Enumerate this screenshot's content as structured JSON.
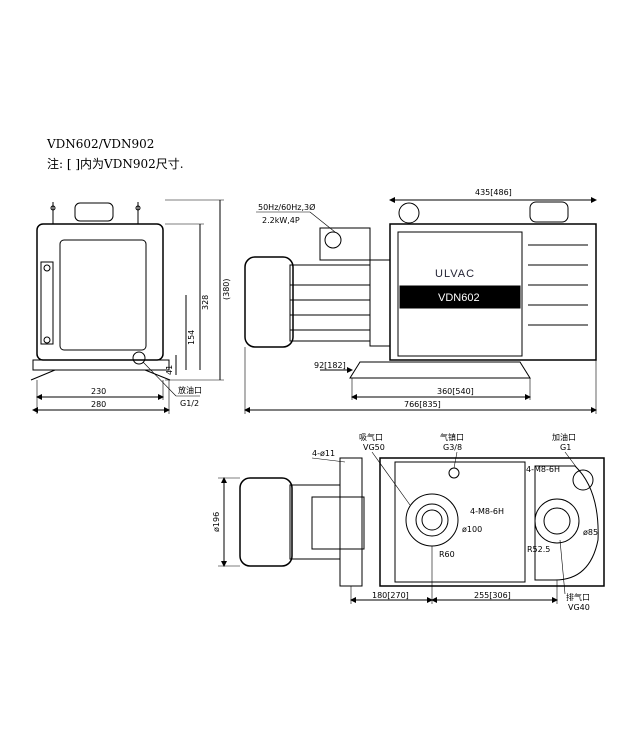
{
  "header": {
    "title": "VDN602/VDN902",
    "note": "注:  [ ]内为VDN902尺寸."
  },
  "front_view": {
    "dims": {
      "h_380": "(380)",
      "h_328": "328",
      "h_154": "154",
      "h_41": "41",
      "w_230": "230",
      "w_280": "280"
    },
    "drain_label": "放油口",
    "drain_spec": "G1/2"
  },
  "side_view": {
    "motor_label_1": "50Hz/60Hz,3Ø",
    "motor_label_2": "2.2kW,4P",
    "brand": "ULVAC",
    "model": "VDN602",
    "dims": {
      "top_435": "435[486]",
      "d_92": "92[182]",
      "d_360": "360[540]",
      "d_766": "766[835]"
    }
  },
  "top_view": {
    "labels": {
      "intake": "吸气口",
      "intake_spec": "VG50",
      "ballast": "气镇口",
      "ballast_spec": "G3/8",
      "fill": "加油口",
      "fill_spec": "G1",
      "exhaust": "排气口",
      "exhaust_spec": "VG40",
      "holes_4_11": "4-ø11",
      "m8_a": "4-M8-6H",
      "m8_b": "4-M8-6H",
      "phi100": "ø100",
      "r60": "R60",
      "r525": "R52.5",
      "phi85": "ø85",
      "phi196": "ø196"
    },
    "dims": {
      "d_180": "180[270]",
      "d_255": "255[306]"
    }
  }
}
